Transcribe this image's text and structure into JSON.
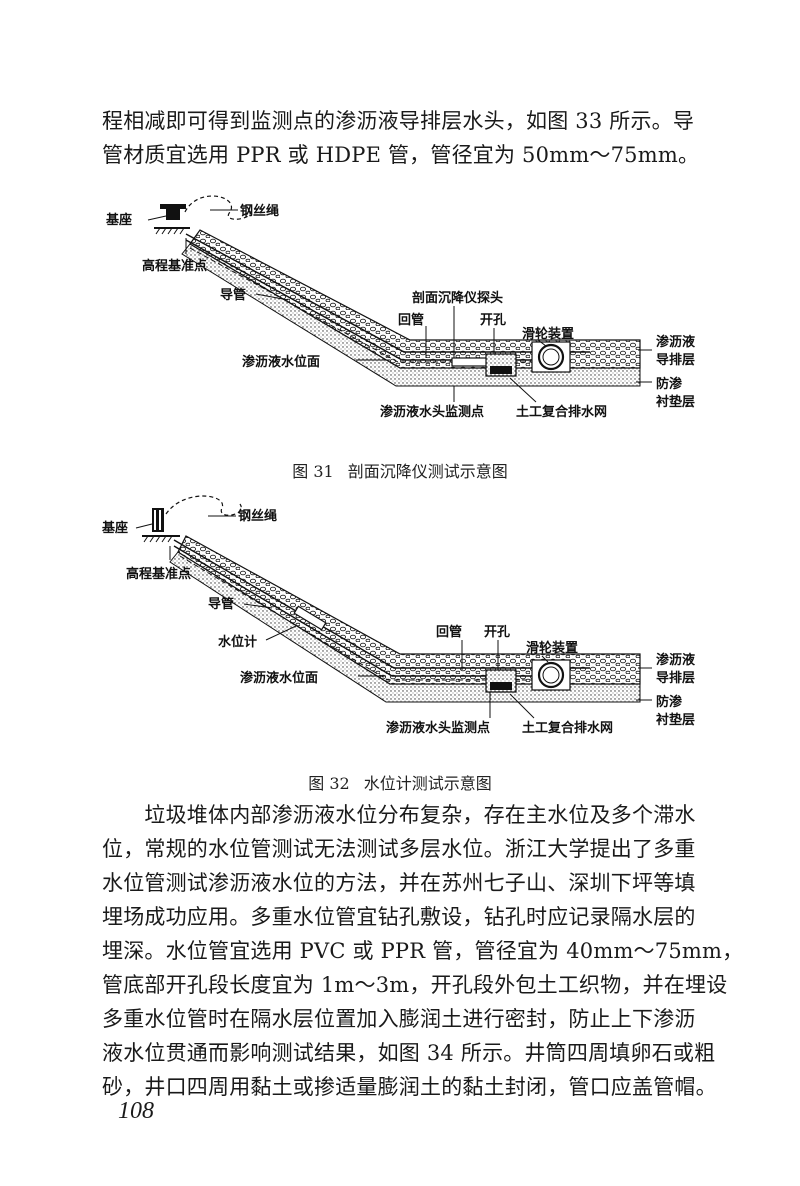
{
  "intro_paragraph": {
    "lines": [
      "程相减即可得到监测点的渗沥液导排层水头，如图 33 所示。导",
      "管材质宜选用 PPR 或 HDPE 管，管径宜为 50mm～75mm。"
    ]
  },
  "figure31": {
    "caption_number": "图 31",
    "caption_text": "剖面沉降仪测试示意图",
    "labels": {
      "base": "基座",
      "wire": "钢丝绳",
      "benchmark": "高程基准点",
      "guide_pipe": "导管",
      "probe": "剖面沉降仪探头",
      "return_pipe": "回管",
      "opening": "开孔",
      "pulley": "滑轮装置",
      "drain_layer": [
        "渗沥液",
        "导排层"
      ],
      "water_surface": "渗沥液水位面",
      "liner": [
        "防渗",
        "衬垫层"
      ],
      "head_point": "渗沥液水头监测点",
      "geo_net": "土工复合排水网"
    }
  },
  "figure32": {
    "caption_number": "图 32",
    "caption_text": "水位计测试示意图",
    "labels": {
      "base": "基座",
      "wire": "钢丝绳",
      "benchmark": "高程基准点",
      "guide_pipe": "导管",
      "water_gauge": "水位计",
      "return_pipe": "回管",
      "opening": "开孔",
      "pulley": "滑轮装置",
      "drain_layer": [
        "渗沥液",
        "导排层"
      ],
      "water_surface": "渗沥液水位面",
      "liner": [
        "防渗",
        "衬垫层"
      ],
      "head_point": "渗沥液水头监测点",
      "geo_net": "土工复合排水网"
    }
  },
  "body_paragraph": {
    "lines": [
      "　　垃圾堆体内部渗沥液水位分布复杂，存在主水位及多个滞水",
      "位，常规的水位管测试无法测试多层水位。浙江大学提出了多重",
      "水位管测试渗沥液水位的方法，并在苏州七子山、深圳下坪等填",
      "埋场成功应用。多重水位管宜钻孔敷设，钻孔时应记录隔水层的",
      "埋深。水位管宜选用 PVC 或 PPR 管，管径宜为 40mm～75mm，",
      "管底部开孔段长度宜为 1m～3m，开孔段外包土工织物，并在埋设",
      "多重水位管时在隔水层位置加入膨润土进行密封，防止上下渗沥",
      "液水位贯通而影响测试结果，如图 34 所示。井筒四周填卵石或粗",
      "砂，井口四周用黏土或掺适量膨润土的黏土封闭，管口应盖管帽。"
    ]
  },
  "page_number": "108"
}
